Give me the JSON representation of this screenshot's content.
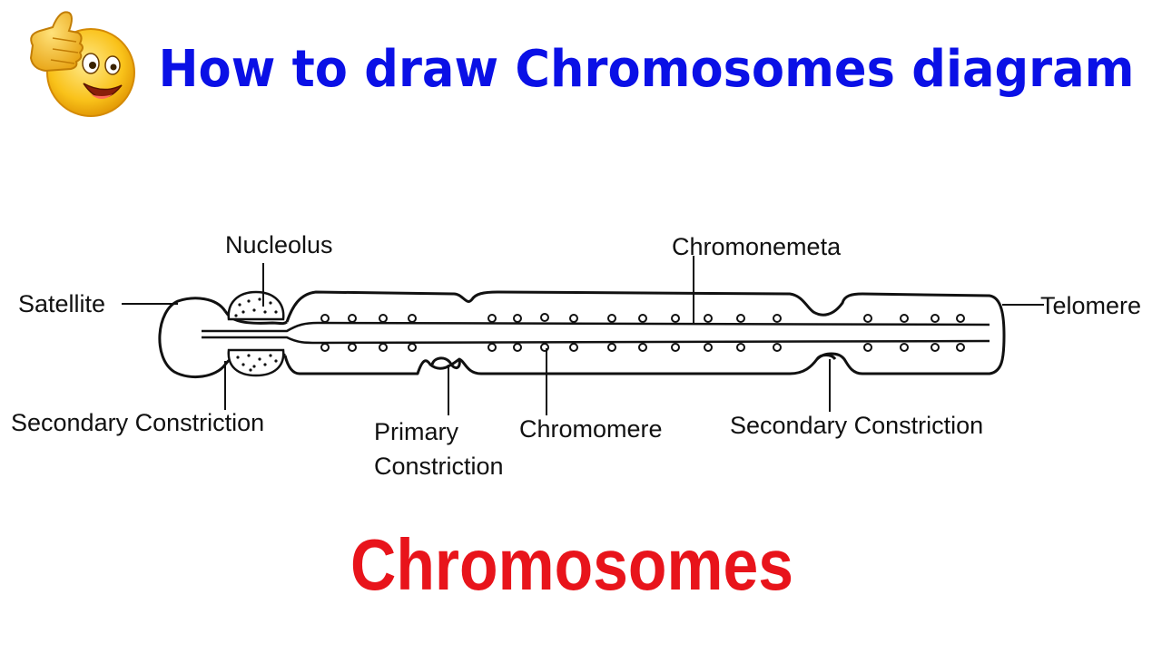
{
  "header": {
    "title": "How to draw Chromosomes diagram",
    "title_color": "#0a10e6",
    "emoji_icon": "thumbs-up-emoji-icon"
  },
  "diagram": {
    "labels": {
      "nucleolus": "Nucleolus",
      "satellite": "Satellite",
      "chromonemeta": "Chromonemeta",
      "telomere": "Telomere",
      "secondary_constriction_left": "Secondary Constriction",
      "primary_constriction_line1": "Primary",
      "primary_constriction_line2": "Constriction",
      "chromomere": "Chromomere",
      "secondary_constriction_right": "Secondary Constriction"
    },
    "line_color": "#111111"
  },
  "footer": {
    "caption": "Chromosomes",
    "caption_color": "#e8141b"
  }
}
